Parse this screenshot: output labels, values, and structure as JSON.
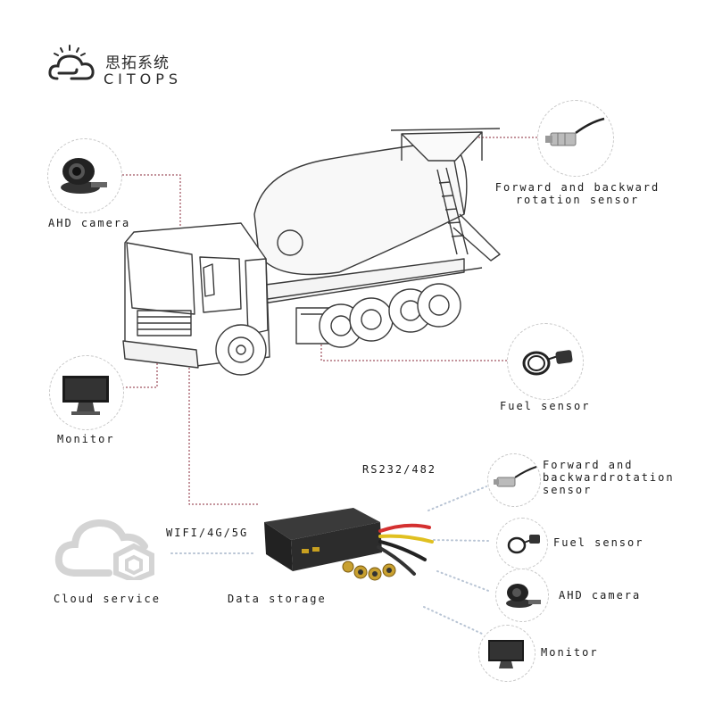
{
  "logo": {
    "chinese": "思拓系统",
    "english": "CITOPS"
  },
  "truck_components": {
    "ahd_camera": "AHD camera",
    "rotation_sensor_line1": "Forward and backward",
    "rotation_sensor_line2": "rotation sensor",
    "fuel_sensor": "Fuel sensor",
    "monitor": "Monitor"
  },
  "system_diagram": {
    "interface_label": "RS232/482",
    "network_label": "WIFI/4G/5G",
    "cloud_service": "Cloud service",
    "data_storage": "Data storage",
    "peripherals": {
      "rotation_sensor_line1": "Forward and",
      "rotation_sensor_line2": "backwardrotation",
      "rotation_sensor_line3": "sensor",
      "fuel_sensor": "Fuel sensor",
      "ahd_camera": "AHD camera",
      "monitor": "Monitor"
    }
  },
  "colors": {
    "connector_line": "#8a2a3a",
    "dot_line": "#b8c4d4",
    "circle_border": "#c8c8c8"
  }
}
